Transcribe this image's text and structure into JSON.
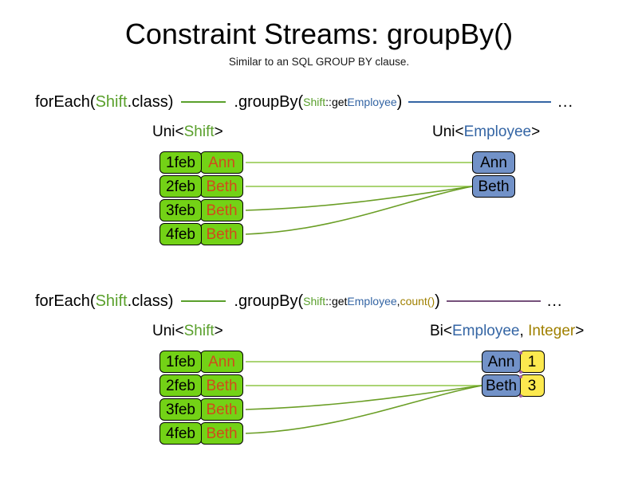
{
  "header": {
    "title": "Constraint Streams: groupBy()",
    "subtitle": "Similar to an SQL GROUP BY clause."
  },
  "colors": {
    "shift_green": "#73d216",
    "employee_blue": "#7292c8",
    "count_yellow": "#fce94f",
    "text_orange": "#d14b1b",
    "type_green": "#5aa02c",
    "type_blue": "#3465a4",
    "type_gold": "#a08000",
    "line_green": "#5aa02c",
    "line_blue": "#3465a4",
    "line_purple": "#75507b",
    "junction_dot": "#a05fa0"
  },
  "sections": [
    {
      "id": "groupby-simple",
      "code": {
        "foreach_prefix": "forEach(",
        "foreach_type": "Shift",
        "foreach_suffix": ".class)",
        "groupby_prefix": ".groupBy(",
        "lambda_owner": "Shift",
        "lambda_sep": "::",
        "lambda_method": "get",
        "lambda_arg": "Employee",
        "groupby_suffix": ")",
        "ellipsis": "...",
        "connector_in_color": "#5aa02c",
        "connector_out_color": "#3465a4"
      },
      "left_type_label": {
        "outer": "Uni<",
        "generic": "Shift",
        "close": ">"
      },
      "right_type_label": {
        "outer": "Uni<",
        "generic": "Employee",
        "close": ">"
      },
      "left_tuples": [
        {
          "date": "1feb",
          "employee": "Ann"
        },
        {
          "date": "2feb",
          "employee": "Beth"
        },
        {
          "date": "3feb",
          "employee": "Beth"
        },
        {
          "date": "4feb",
          "employee": "Beth"
        }
      ],
      "right_tuples": [
        {
          "employee": "Ann"
        },
        {
          "employee": "Beth"
        }
      ],
      "links": [
        {
          "from": 0,
          "to": 0
        },
        {
          "from": 1,
          "to": 1
        },
        {
          "from": 2,
          "to": 1
        },
        {
          "from": 3,
          "to": 1
        }
      ]
    },
    {
      "id": "groupby-count",
      "code": {
        "foreach_prefix": "forEach(",
        "foreach_type": "Shift",
        "foreach_suffix": ".class)",
        "groupby_prefix": ".groupBy(",
        "lambda_owner": "Shift",
        "lambda_sep": "::",
        "lambda_method": "get",
        "lambda_arg": "Employee",
        "lambda_comma": ", ",
        "collector": "count()",
        "groupby_suffix": ")",
        "ellipsis": "...",
        "connector_in_color": "#5aa02c",
        "connector_out_color": "#75507b"
      },
      "left_type_label": {
        "outer": "Uni<",
        "generic": "Shift",
        "close": ">"
      },
      "right_type_label": {
        "outer": "Bi<",
        "generic": "Employee",
        "comma": ", ",
        "generic2": "Integer",
        "close": ">"
      },
      "left_tuples": [
        {
          "date": "1feb",
          "employee": "Ann"
        },
        {
          "date": "2feb",
          "employee": "Beth"
        },
        {
          "date": "3feb",
          "employee": "Beth"
        },
        {
          "date": "4feb",
          "employee": "Beth"
        }
      ],
      "right_tuples": [
        {
          "employee": "Ann",
          "count": "1"
        },
        {
          "employee": "Beth",
          "count": "3"
        }
      ],
      "links": [
        {
          "from": 0,
          "to": 0
        },
        {
          "from": 1,
          "to": 1
        },
        {
          "from": 2,
          "to": 1
        },
        {
          "from": 3,
          "to": 1
        }
      ]
    }
  ]
}
